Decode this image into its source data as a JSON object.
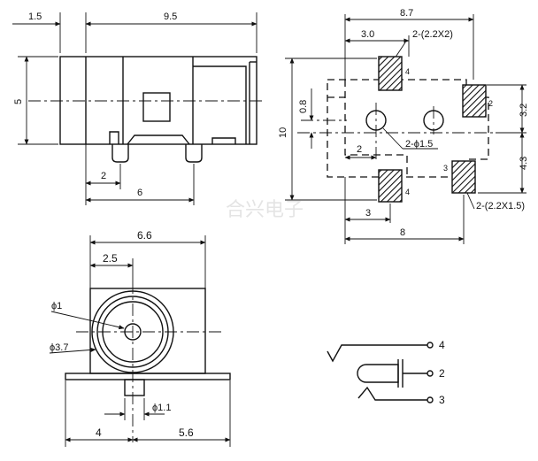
{
  "dimensions": {
    "side_top_left": "1.5",
    "side_top_total": "9.5",
    "side_height": "5",
    "side_pin_offset": "2",
    "side_pin_span": "6",
    "plan_width": "8.7",
    "plan_pad_width": "3.0",
    "plan_pad_note_top": "2-(2.2X2)",
    "plan_hole_offset": "0.8",
    "plan_height": "10",
    "plan_hole_x": "2",
    "plan_hole_note": "2-ϕ1.5",
    "plan_right_upper": "3.2",
    "plan_right_lower": "4.3",
    "plan_bottom_pad": "3",
    "plan_pad_note_bottom": "2-(2.2X1.5)",
    "plan_total_bottom": "8",
    "front_width": "6.6",
    "front_center_x": "2.5",
    "front_inner_dia": "ϕ1",
    "front_outer_dia": "ϕ3.7",
    "front_pin_dia": "ϕ1.1",
    "front_left": "4",
    "front_right": "5.6"
  },
  "pins": {
    "pad_upper_left": "4",
    "pad_right": "2",
    "pad_lower_left": "4",
    "pad_lower_right": "3",
    "schematic_top": "4",
    "schematic_mid": "2",
    "schematic_bottom": "3"
  },
  "watermark": "合兴电子"
}
